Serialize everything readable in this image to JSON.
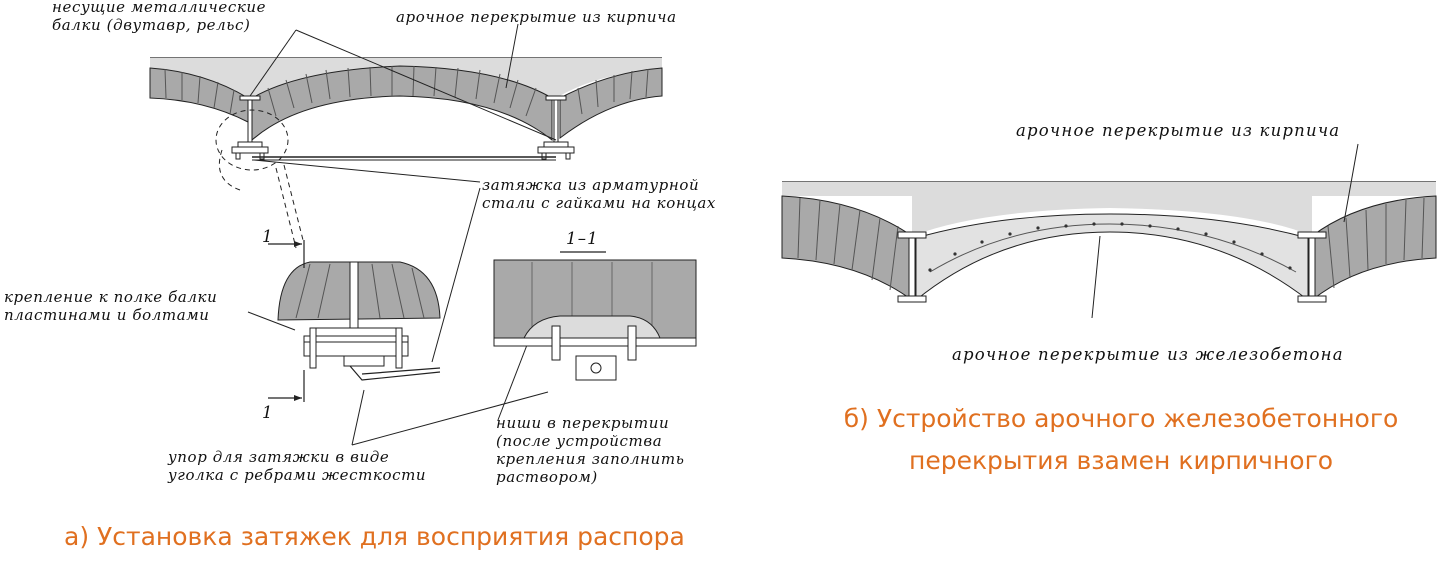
{
  "left": {
    "label_beams": [
      "несущие металлические",
      "балки (двутавр, рельс)"
    ],
    "label_arch_brick": "арочное перекрытие из кирпича",
    "label_tie": [
      "затяжка из арматурной",
      "стали с гайками на концах"
    ],
    "label_fastening": [
      "крепление к полке балки",
      "пластинами и болтами"
    ],
    "section_mark": "1",
    "section_title": "1–1",
    "label_stop": [
      "упор для затяжки в виде",
      "уголка с ребрами жесткости"
    ],
    "label_niches": [
      "ниши в перекрытии",
      "(после устройства",
      "крепления заполнить",
      "раствором)"
    ],
    "caption": "а) Установка затяжек для восприятия распора"
  },
  "right": {
    "label_top": "арочное перекрытие из кирпича",
    "label_bottom": "арочное перекрытие из железобетона",
    "caption_line1": "б) Устройство арочного железобетонного",
    "caption_line2": "перекрытия взамен кирпичного"
  },
  "colors": {
    "caption": "#e07020",
    "brick": "#a9a9a9",
    "fill_light": "#dcdcdc",
    "concrete": "#e2e2e2",
    "ink": "#111111"
  }
}
